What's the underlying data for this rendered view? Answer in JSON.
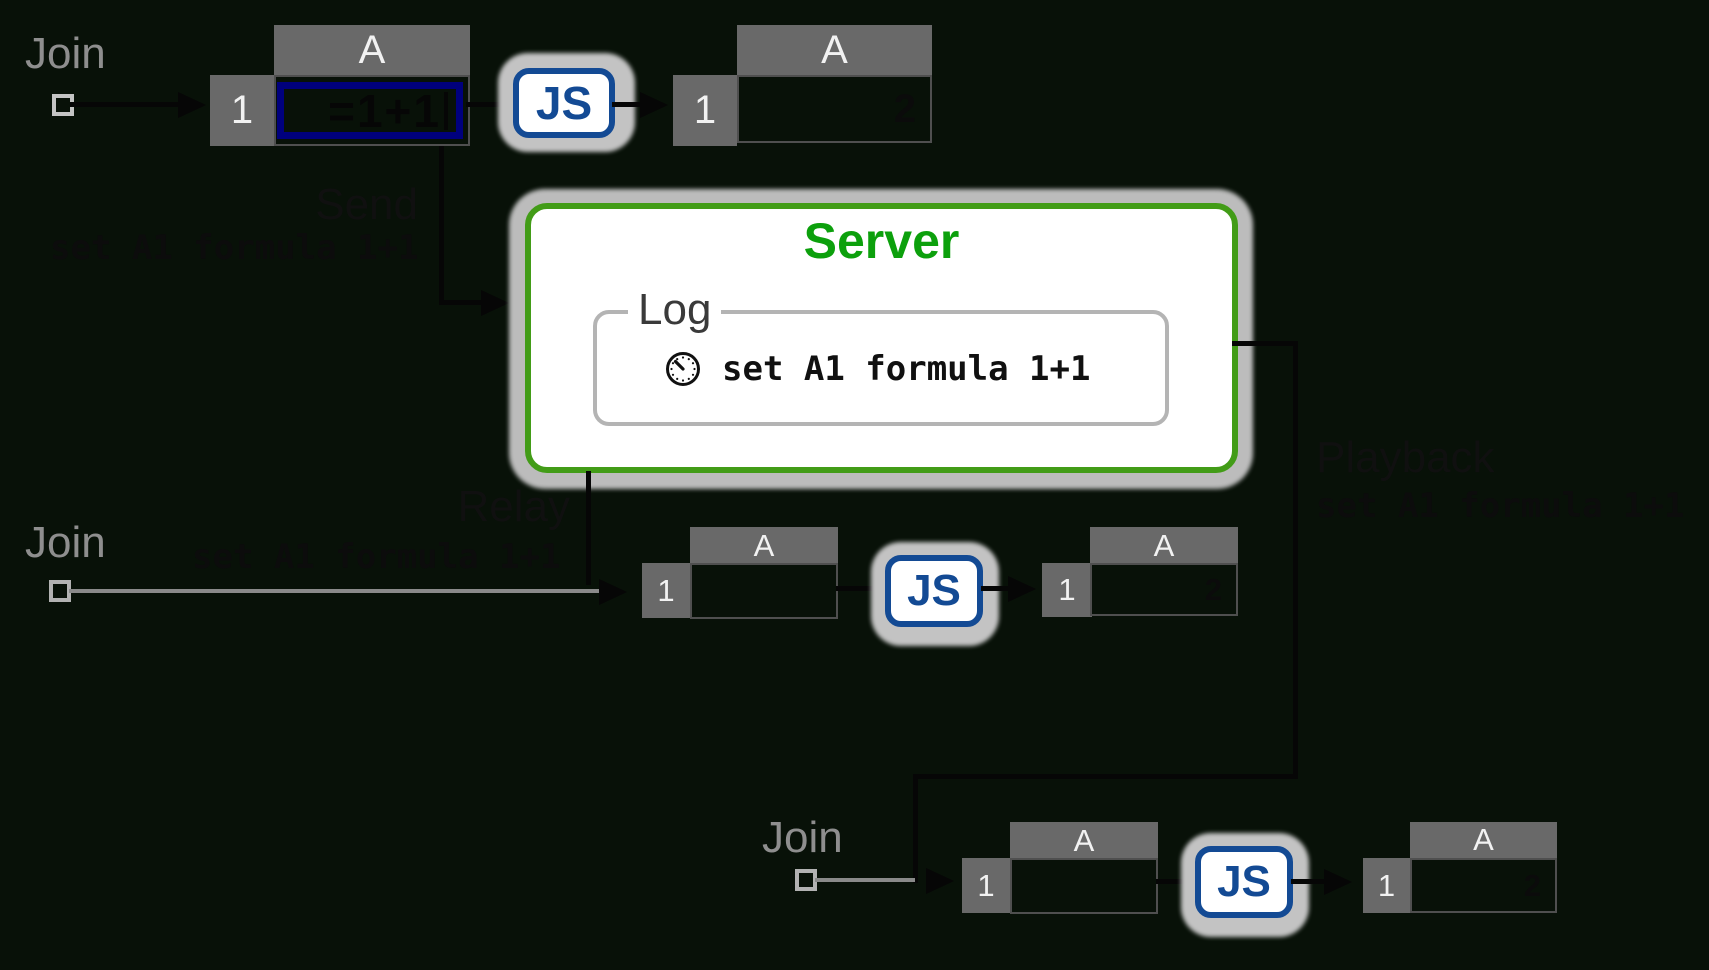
{
  "diagram": {
    "clients": [
      {
        "join_label": "Join",
        "before": {
          "col": "A",
          "row": "1",
          "value": "=1+1"
        },
        "js_label": "JS",
        "after": {
          "col": "A",
          "row": "1",
          "value": "2"
        }
      },
      {
        "join_label": "Join",
        "before": {
          "col": "A",
          "row": "1",
          "value": ""
        },
        "js_label": "JS",
        "after": {
          "col": "A",
          "row": "1",
          "value": "2"
        }
      },
      {
        "join_label": "Join",
        "before": {
          "col": "A",
          "row": "1",
          "value": ""
        },
        "js_label": "JS",
        "after": {
          "col": "A",
          "row": "1",
          "value": "2"
        }
      }
    ],
    "server": {
      "title": "Server",
      "log": {
        "label": "Log",
        "icon": "clock-icon",
        "entry": "set A1 formula 1+1"
      }
    },
    "annotations": {
      "send": {
        "label": "Send",
        "command": "set A1 formula 1+1"
      },
      "relay": {
        "label": "Relay",
        "command": "set A1 formula 1+1"
      },
      "playback": {
        "label": "Playback",
        "command": "set A1 formula 1+1"
      }
    },
    "colors": {
      "background": "#081108",
      "server_green": "#429c17",
      "server_title_green": "#0ca00c",
      "js_blue": "#134a94",
      "selection_navy": "#00007d",
      "table_gray": "#696969",
      "join_gray": "#8e8e8e"
    }
  }
}
